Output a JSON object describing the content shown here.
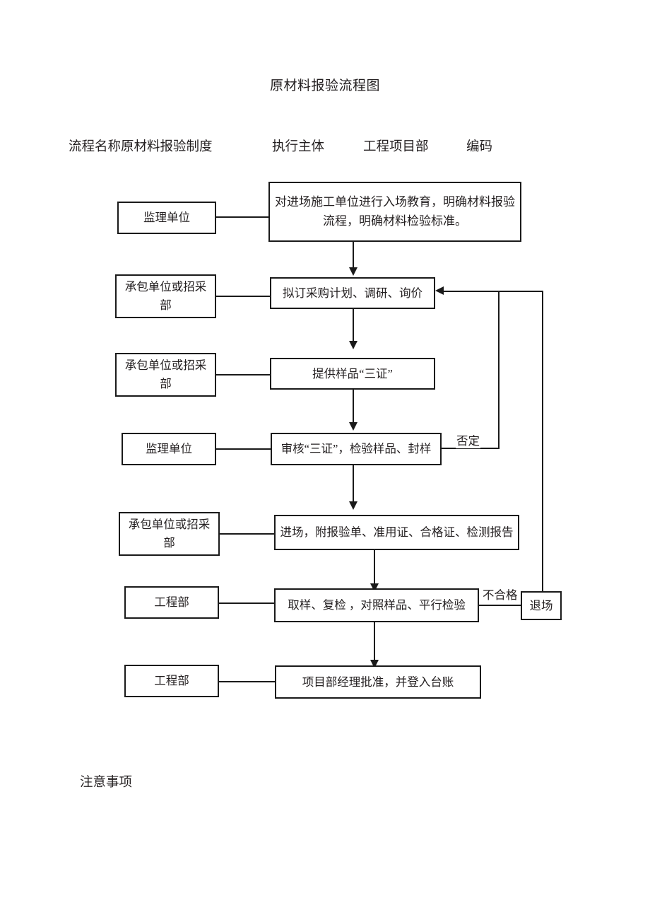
{
  "document": {
    "title": "原材料报验流程图",
    "notes_label": "注意事项"
  },
  "meta": {
    "process_name": "流程名称原材料报验制度",
    "subject_label": "执行主体",
    "subject_value": "工程项目部",
    "code_label": "编码"
  },
  "chart_data": {
    "type": "diagram",
    "title": "原材料报验流程图",
    "actors": [
      {
        "id": "actor1",
        "label": "监理单位"
      },
      {
        "id": "actor2",
        "label": "承包单位或招采部"
      },
      {
        "id": "actor3",
        "label": "承包单位或招采部"
      },
      {
        "id": "actor4",
        "label": "监理单位"
      },
      {
        "id": "actor5",
        "label": "承包单位或招采部"
      },
      {
        "id": "actor6",
        "label": "工程部"
      },
      {
        "id": "actor7",
        "label": "工程部"
      }
    ],
    "steps": [
      {
        "id": "step1",
        "line1": "对进场施工单位进行入场教育，明确材料报验",
        "line2": "流程，明确材料检验标准。"
      },
      {
        "id": "step2",
        "label": "拟订采购计划、调研、询价"
      },
      {
        "id": "step3",
        "label": "提供样品“三证”"
      },
      {
        "id": "step4",
        "label": "审核“三证”，检验样品、封样"
      },
      {
        "id": "step5",
        "label": "进场，附报验单、准用证、合格证、检测报告"
      },
      {
        "id": "step6",
        "label": "取样、复检 ，对照样品、平行检验"
      },
      {
        "id": "step7",
        "label": "项目部经理批准，并登入台账"
      }
    ],
    "terminals": [
      {
        "id": "exit",
        "label": "退场"
      }
    ],
    "edge_labels": [
      {
        "id": "reject",
        "label": "否定",
        "from": "step4",
        "to": "step2"
      },
      {
        "id": "fail",
        "label": "不合格",
        "from": "step6",
        "to": "exit"
      }
    ],
    "colors": {
      "stroke": "#1a1a1a",
      "background": "#ffffff"
    }
  }
}
